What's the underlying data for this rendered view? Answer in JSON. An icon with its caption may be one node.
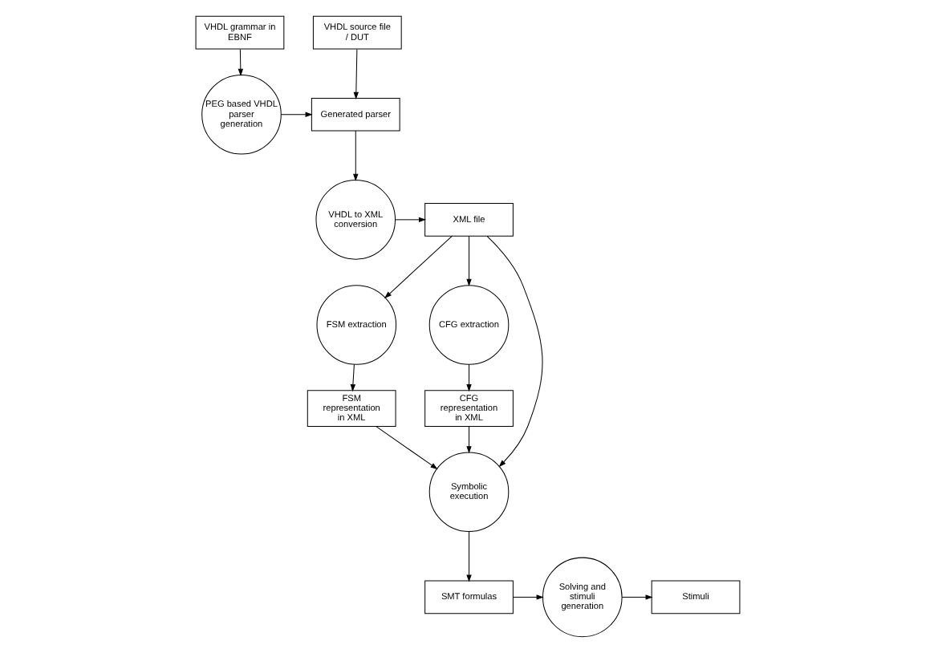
{
  "diagram": {
    "nodes": [
      {
        "text": [
          "VHDL source file / DUT"
        ]
      },
      {
        "text": [
          "VHDL grammar in EBNF"
        ]
      },
      {
        "text": [
          "Generated parser"
        ]
      },
      {
        "text": [
          "PEG based VHDL parser generation"
        ]
      },
      {
        "text": [
          "VHDL to XML conversion"
        ]
      },
      {
        "text": [
          "XML file"
        ]
      },
      {
        "text": [
          "FSM extraction"
        ]
      },
      {
        "text": [
          "FSM representation in XML"
        ]
      },
      {
        "text": [
          "CFG extraction"
        ]
      },
      {
        "text": [
          "CFG representation in XML"
        ]
      },
      {
        "text": [
          "Symbolic execution"
        ]
      },
      {
        "text": [
          "Stimuli"
        ]
      },
      {
        "text": [
          "Solving and stimuli generation"
        ]
      },
      {
        "text": [
          "SMT formulas"
        ]
      }
    ],
    "edges": [
      {
        "from": 0,
        "to": 2,
        "arrow": "to"
      },
      {
        "from": 1,
        "to": 3,
        "arrow": "to"
      },
      {
        "from": 3,
        "to": 2,
        "arrow": "to"
      },
      {
        "from": 2,
        "to": 4,
        "arrow": "to"
      },
      {
        "from": 4,
        "to": 5,
        "arrow": "to"
      },
      {
        "from": 5,
        "to": 6,
        "arrow": "to"
      },
      {
        "from": 5,
        "to": 8,
        "arrow": "to"
      },
      {
        "from": 5,
        "to": 10,
        "arrow": "to"
      },
      {
        "from": 6,
        "to": 7,
        "arrow": "to"
      },
      {
        "from": 8,
        "to": 9,
        "arrow": "to"
      },
      {
        "from": 9,
        "to": 10,
        "arrow": "to"
      },
      {
        "from": 7,
        "to": 10,
        "arrow": "to"
      },
      {
        "from": 10,
        "to": 13,
        "arrow": "to"
      },
      {
        "from": 13,
        "to": 12,
        "arrow": "to"
      },
      {
        "from": 12,
        "to": 11,
        "arrow": "to"
      }
    ]
  }
}
